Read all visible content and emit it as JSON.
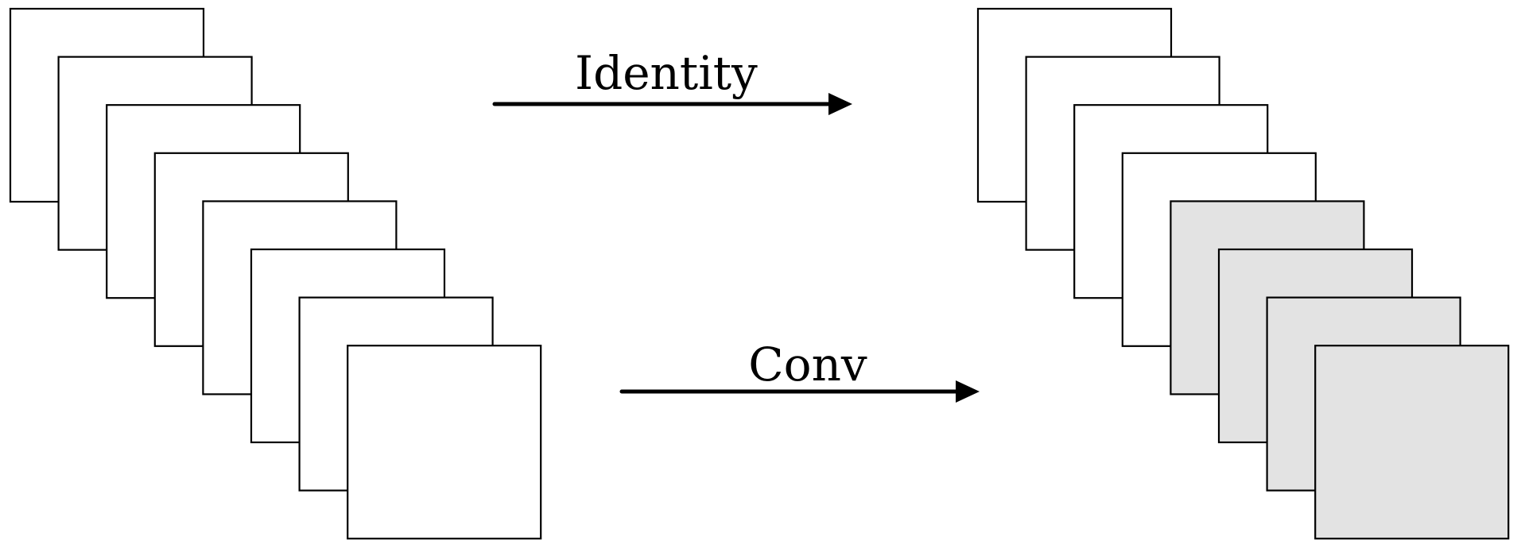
{
  "diagram": {
    "top_arrow_label": "Identity",
    "bottom_arrow_label": "Conv"
  },
  "input_stack": {
    "channel_count": 8
  },
  "output_stack": {
    "identity_channel_count": 4,
    "conv_channel_count": 4
  },
  "colors": {
    "stroke": "#000000",
    "identity_fill": "#ffffff",
    "conv_fill": "#e3e3e3",
    "arrow": "#000000"
  }
}
